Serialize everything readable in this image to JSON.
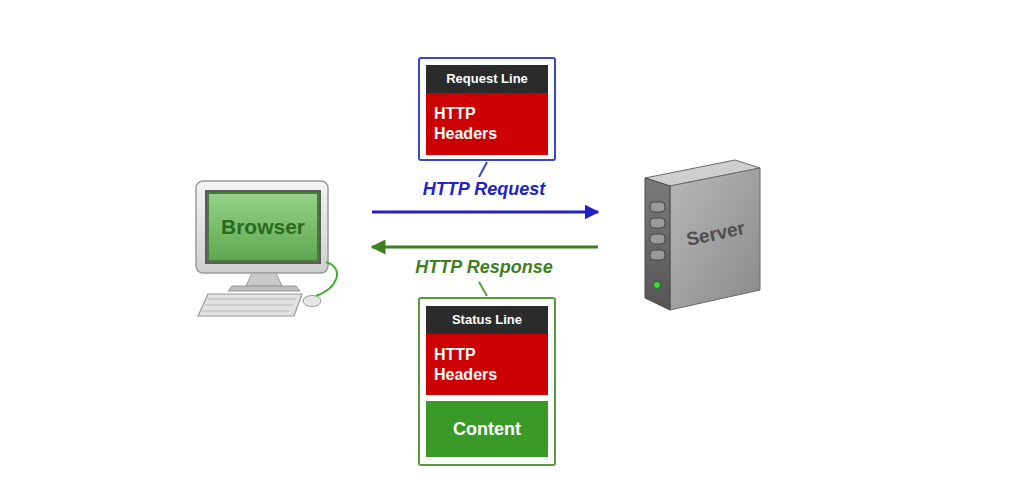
{
  "diagram": {
    "nodes": [
      {
        "text": []
      },
      {
        "text": [
          "Request Line"
        ],
        "in": 0
      },
      {
        "text": [
          "HTTP Headers"
        ],
        "in": 0
      },
      {
        "text": [
          "Browser"
        ]
      },
      {
        "text": [
          "Server"
        ]
      },
      {
        "text": []
      },
      {
        "text": [
          "Status Line"
        ],
        "in": 5
      },
      {
        "text": [
          "HTTP Headers"
        ],
        "in": 5
      },
      {
        "text": [
          "Content"
        ],
        "in": 5
      }
    ],
    "edges": [
      {
        "from": 3,
        "to": 4,
        "label": "HTTP Request",
        "arrow": "to"
      },
      {
        "from": 4,
        "to": 3,
        "label": "HTTP Response",
        "arrow": "to"
      }
    ]
  }
}
